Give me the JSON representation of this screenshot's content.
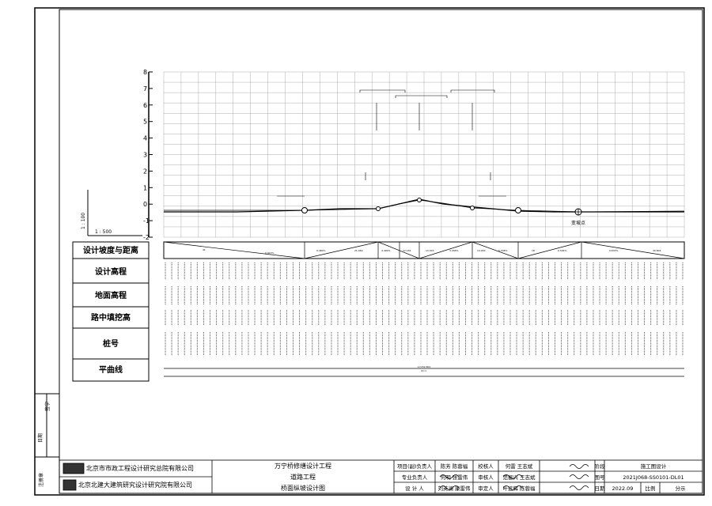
{
  "drawing": {
    "scale_v": "1 : 100",
    "scale_h": "1 : 500",
    "y_ticks": [
      "8",
      "7",
      "6",
      "5",
      "4",
      "3",
      "2",
      "1",
      "0",
      "-1",
      "-2"
    ],
    "row_labels": {
      "grade": "设计坡度与距离",
      "design": "设计高程",
      "ground": "地面高程",
      "fill": "路中填挖高",
      "station": "桩号",
      "plan": "平曲线"
    },
    "grade_segments": [
      {
        "len": "41",
        "slope": "0.013%"
      },
      {
        "len": "",
        "slope": "0.480%"
      },
      {
        "len": "21.469",
        "slope": ""
      },
      {
        "len": "4.400%",
        "slope": ""
      },
      {
        "len": "12.181",
        "slope": ""
      },
      {
        "len": "13.303",
        "slope": "3.436%"
      },
      {
        "len": "14.000",
        "slope": "0.338%"
      },
      {
        "len": "18",
        "slope": "0.504%"
      },
      {
        "len": "",
        "slope": "0.633%"
      },
      {
        "len": "30.804",
        "slope": ""
      }
    ],
    "plan_curve": {
      "main": "L=152.601",
      "sub": "R=∞"
    },
    "benchmark": "变坡点",
    "side_labels": {
      "sign": "签字",
      "date": "日期",
      "stamp": "注册章"
    }
  },
  "title_block": {
    "company1": "北京市市政工程设计研究总院有限公司",
    "company2": "北京北建大建筑研究设计研究院有限公司",
    "project": "万宁桥修缮设计工程",
    "subproject": "道路工程",
    "drawing_name": "桥面纵坡设计图",
    "roles_col1": [
      "项目(副)负责人",
      "专业负责人",
      "设 计 人"
    ],
    "names_col1": [
      "陈芳 陈蓉福",
      "何明 张雷伟",
      "刘英澜 康雷伟"
    ],
    "roles_col2": [
      "校核人",
      "审核人",
      "审定人"
    ],
    "names_col2": [
      "何雷 王志斌",
      "范振兴 王志斌",
      "叶远辉 陈蓉福"
    ],
    "info_labels": [
      "阶段",
      "图号",
      "日期"
    ],
    "info_values": [
      "施工图设计",
      "2021J068-SS0101-DL01",
      "2022.09"
    ],
    "scale_label": "比例",
    "scale_value": "分示"
  }
}
